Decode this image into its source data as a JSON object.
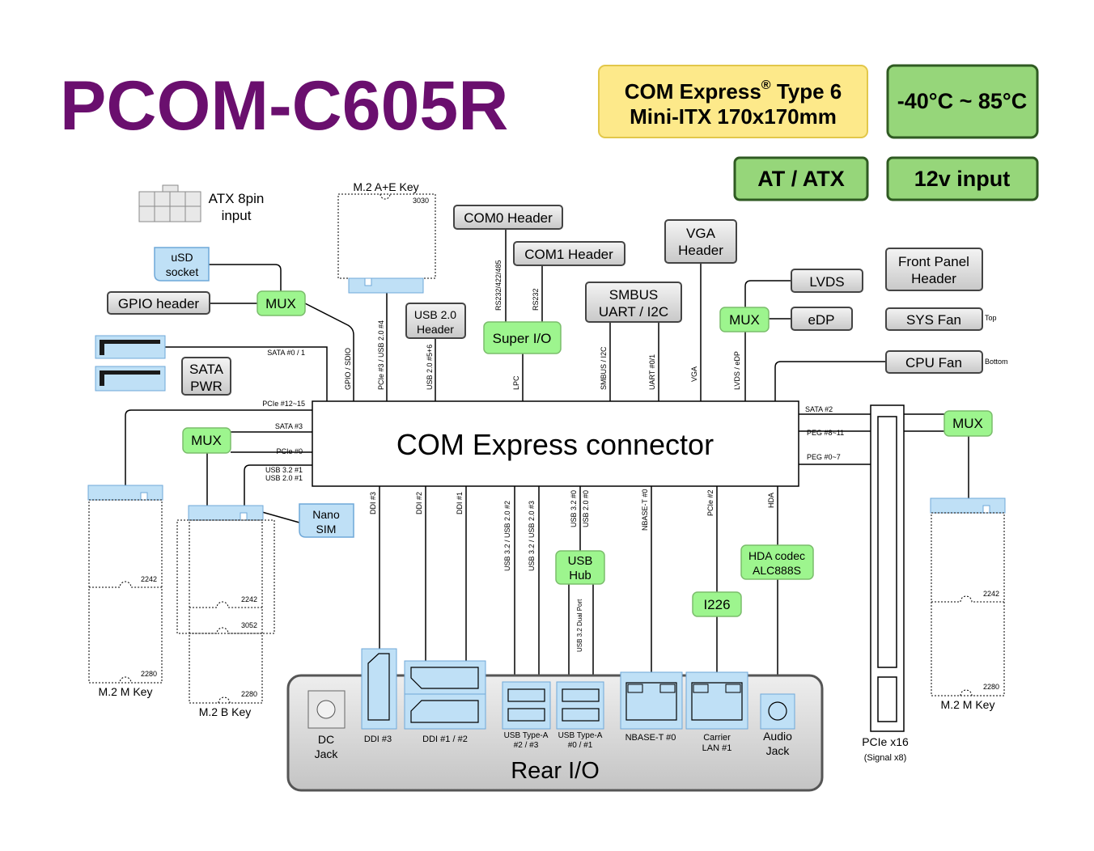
{
  "title": "PCOM-C605R",
  "badges": {
    "com_line1": "COM Express",
    "com_reg": "®",
    "com_type": " Type 6",
    "com_line2": "Mini-ITX 170x170mm",
    "temp": "-40°C ~ 85°C",
    "atx": "AT / ATX",
    "input": "12v input"
  },
  "colors": {
    "title": "#6a0f6e",
    "yellow": "#fde98a",
    "green": "#96d67a",
    "mux_green": "#9df58e",
    "blue": "#bfe0f6",
    "gray": "#d8d8d8"
  },
  "blocks": {
    "connector": "COM Express connector",
    "atx_line1": "ATX 8pin",
    "atx_line2": "input",
    "m2ae_label": "M.2 A+E Key",
    "m2ae_size": "3030",
    "com0": "COM0 Header",
    "com1": "COM1 Header",
    "vga_line1": "VGA",
    "vga_line2": "Header",
    "smbus_line1": "SMBUS",
    "smbus_line2": "UART / I2C",
    "superio": "Super I/O",
    "usb20_line1": "USB 2.0",
    "usb20_line2": "Header",
    "usd_line1": "uSD",
    "usd_line2": "socket",
    "gpio": "GPIO header",
    "mux": "MUX",
    "sata_pwr_line1": "SATA",
    "sata_pwr_line2": "PWR",
    "lvds": "LVDS",
    "edp": "eDP",
    "front_panel_line1": "Front Panel",
    "front_panel_line2": "Header",
    "sys_fan": "SYS Fan",
    "sys_fan_note": "Top",
    "cpu_fan": "CPU Fan",
    "cpu_fan_note": "Bottom",
    "nano_sim_line1": "Nano",
    "nano_sim_line2": "SIM",
    "usb_hub_line1": "USB",
    "usb_hub_line2": "Hub",
    "hda_line1": "HDA codec",
    "hda_line2": "ALC888S",
    "i226": "I226",
    "rear_io": "Rear I/O",
    "m2m_left": "M.2 M Key",
    "m2b": "M.2 B Key",
    "m2m_right": "M.2 M Key",
    "size_2242": "2242",
    "size_2280": "2280",
    "size_3052": "3052",
    "pcie_x16": "PCIe x16",
    "pcie_x16_note": "(Signal x8)"
  },
  "rear_ports": {
    "dc_line1": "DC",
    "dc_line2": "Jack",
    "ddi3": "DDI #3",
    "ddi12": "DDI #1 / #2",
    "usba23_line1": "USB Type-A",
    "usba23_line2": "#2 / #3",
    "usba01_line1": "USB Type-A",
    "usba01_line2": "#0 / #1",
    "nbase": "NBASE-T #0",
    "lan_line1": "Carrier",
    "lan_line2": "LAN #1",
    "audio_line1": "Audio",
    "audio_line2": "Jack"
  },
  "signals": {
    "gpio_sdio": "GPIO / SDIO",
    "pcie3_usb4": "PCIe #3 / USB 2.0 #4",
    "usb56": "USB 2.0 #5+6",
    "rs232": "RS232/422/485",
    "rs232b": "RS232",
    "lpc": "LPC",
    "smbus_i2c": "SMBUS / I2C",
    "uart01": "UART #0/1",
    "vga": "VGA",
    "lvds_edp": "LVDS / eDP",
    "sata01": "SATA #0 / 1",
    "pcie1215": "PCIe #12~15",
    "sata3": "SATA #3",
    "pcie0": "PCIe #0",
    "usb32_1": "USB 3.2 #1",
    "usb20_1": "USB 2.0 #1",
    "sata2": "SATA #2",
    "peg811": "PEG #8~11",
    "peg07": "PEG #0~7",
    "ddi3": "DDI #3",
    "ddi2": "DDI #2",
    "ddi1": "DDI #1",
    "usb32_2": "USB 3.2 / USB 2.0 #2",
    "usb32_3": "USB 3.2 / USB 2.0 #3",
    "usb32_0": "USB 3.2 #0",
    "usb20_0": "USB 2.0 #0",
    "usb32_dual": "USB 3.2 Dual Port",
    "nbase": "NBASE-T #0",
    "pcie2": "PCIe #2",
    "hda": "HDA"
  }
}
